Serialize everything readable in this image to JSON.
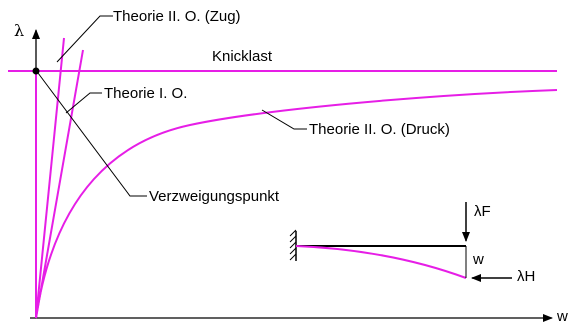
{
  "axes": {
    "y_label": "λ",
    "x_label": "w"
  },
  "labels": {
    "theorie_2_zug": "Theorie II. O. (Zug)",
    "knicklast": "Knicklast",
    "theorie_1": "Theorie I. O.",
    "theorie_2_druck": "Theorie II. O. (Druck)",
    "verzweigungspunkt": "Verzweigungspunkt"
  },
  "beam": {
    "force_vertical": "λF",
    "deflection": "w",
    "force_horizontal": "λH"
  },
  "colors": {
    "curves": "#e61ee6",
    "lines": "#000000"
  }
}
